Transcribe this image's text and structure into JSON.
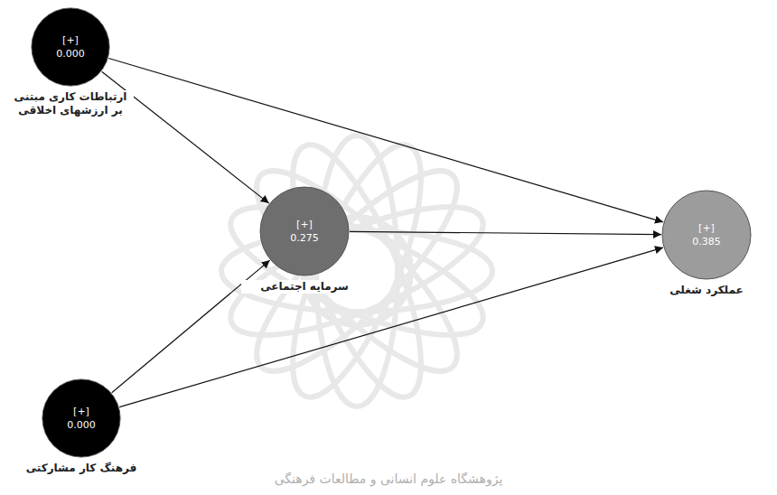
{
  "diagram": {
    "nodes": [
      {
        "text": [
          "[+]",
          "0.000",
          "ارتباطات کاری مبتنی بر ارزشهای اخلاقی"
        ]
      },
      {
        "text": [
          "[+]",
          "0.275",
          "سرمایه اجتماعی"
        ]
      },
      {
        "text": [
          "[+]",
          "0.385",
          "عملکرد شغلی"
        ]
      },
      {
        "text": [
          "[+]",
          "0.000",
          "فرهنگ کار مشارکتی"
        ]
      }
    ],
    "edges": [
      {
        "from": 0,
        "to": 1,
        "arrow": "to"
      },
      {
        "from": 0,
        "to": 2,
        "arrow": "to"
      },
      {
        "from": 1,
        "to": 2,
        "arrow": "to"
      },
      {
        "from": 3,
        "to": 1,
        "arrow": "to"
      },
      {
        "from": 3,
        "to": 2,
        "arrow": "to"
      }
    ],
    "labels": [
      "پژوهشگاه علوم انسانی و مطالعات فرهنگی"
    ]
  }
}
